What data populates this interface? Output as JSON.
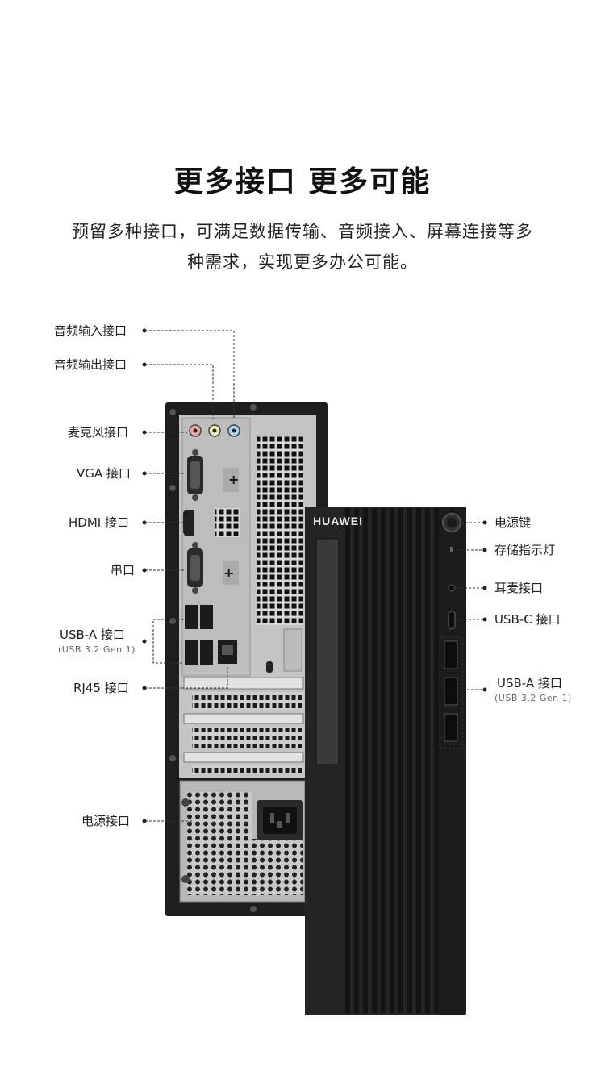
{
  "heading": {
    "title": "更多接口 更多可能"
  },
  "description": {
    "line1": "预留多种接口，可满足数据传输、音频接入、屏幕连接等多",
    "line2": "种需求，实现更多办公可能。"
  },
  "device": {
    "brand": "HUAWEI"
  },
  "rear_ports": {
    "audio_in": "音频输入接口",
    "audio_out": "音频输出接口",
    "mic": "麦克风接口",
    "vga": "VGA 接口",
    "hdmi": "HDMI 接口",
    "serial": "串口",
    "usb_a": "USB-A 接口",
    "usb_a_spec": "(USB 3.2 Gen 1)",
    "rj45": "RJ45 接口",
    "power_in": "电源接口"
  },
  "front_ports": {
    "power_button": "电源键",
    "storage_led": "存储指示灯",
    "headset": "耳麦接口",
    "usb_c": "USB-C 接口",
    "usb_a": "USB-A 接口",
    "usb_a_spec": "(USB 3.2 Gen 1)"
  }
}
